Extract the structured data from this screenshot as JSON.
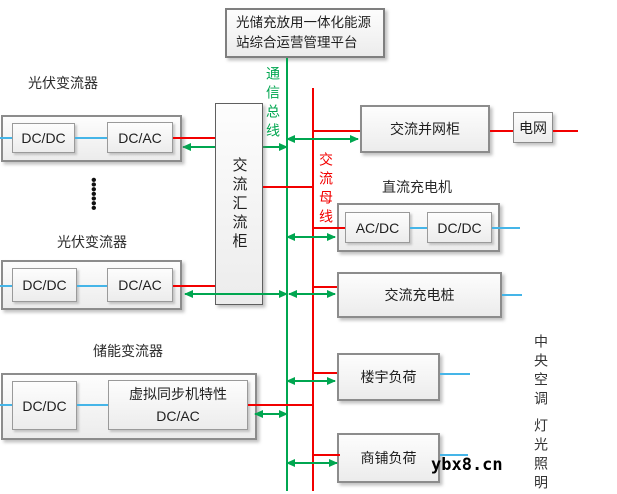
{
  "colors": {
    "green": "#00a650",
    "red": "#f20000",
    "blue": "#45b5e8"
  },
  "platform": {
    "title_line1": "光储充放用一体化能源",
    "title_line2": "站综合运营管理平台"
  },
  "buses": {
    "comm_label": "通信总线",
    "ac_label": "交流母线"
  },
  "pv1": {
    "label": "光伏变流器",
    "dcdc": "DC/DC",
    "dcac": "DC/AC"
  },
  "ellipsis": "•••••••",
  "pv2": {
    "label": "光伏变流器",
    "dcdc": "DC/DC",
    "dcac": "DC/AC"
  },
  "combiner": {
    "label": "交流汇流柜"
  },
  "storage": {
    "label": "储能变流器",
    "dcdc": "DC/DC",
    "vsg_line1": "虚拟同步机特性",
    "vsg_line2": "DC/AC"
  },
  "grid_cabinet": {
    "label": "交流并网柜"
  },
  "grid": {
    "label": "电网"
  },
  "dc_charger": {
    "label": "直流充电机",
    "acdc": "AC/DC",
    "dcdc": "DC/DC"
  },
  "ac_pile": {
    "label": "交流充电桩"
  },
  "building_load": {
    "label": "楼宇负荷"
  },
  "shop_load": {
    "label": "商铺负荷"
  },
  "side_labels": {
    "hvac": "中央空调",
    "lighting": "灯光照明"
  },
  "watermark": "ybx8.cn"
}
